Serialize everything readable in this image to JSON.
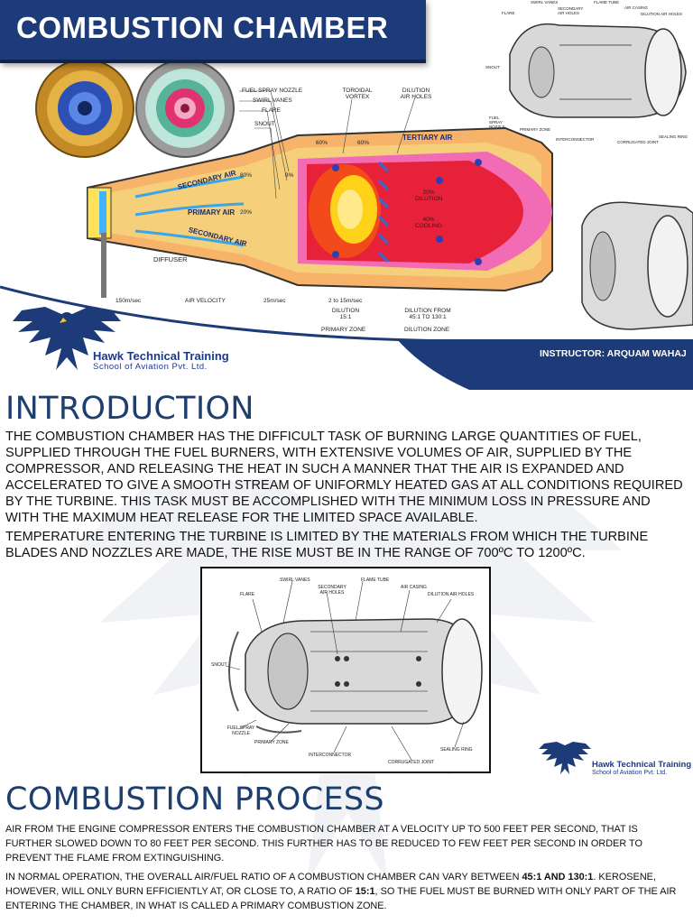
{
  "header": {
    "title": "COMBUSTION CHAMBER",
    "instructor": "INSTRUCTOR: ARQUAM WAHAJ",
    "logo_name": "Hawk Technical Training",
    "logo_subtitle": "School of Aviation Pvt. Ltd."
  },
  "diagram": {
    "labels": {
      "fuel_spray_nozzle": "FUEL SPRAY NOZZLE",
      "swirl_vanes": "SWIRL VANES",
      "flare": "FLARE",
      "snout": "SNOUT",
      "toroidal_vortex": "TOROIDAL VORTEX",
      "dilution_air_holes": "DILUTION AIR HOLES",
      "tertiary_air": "TERTIARY AIR",
      "secondary_air": "SECONDARY AIR",
      "primary_air": "PRIMARY AIR",
      "secondary_air_lower": "SECONDARY AIR",
      "diffuser": "DIFFUSER",
      "pct_60_a": "60%",
      "pct_60_b": "60%",
      "pct_80": "80%",
      "pct_8": "8%",
      "pct_20": "20%",
      "dilution_20": "20% DILUTION",
      "cooling_40": "40% COOLING",
      "v_150": "150m/sec",
      "air_velocity": "AIR VELOCITY",
      "v_25": "25m/sec",
      "v_2_15": "2 to 15m/sec",
      "dilution_15_1": "DILUTION 15:1",
      "primary_zone": "PRIMARY ZONE",
      "dilution_from": "DILUTION FROM 45:1 TO 130:1",
      "dilution_zone": "DILUTION ZONE"
    },
    "corner_labels": {
      "swirl_vanes": "SWIRL VANES",
      "flame_tube": "FLAME TUBE",
      "secondary_air_holes": "SECONDARY AIR HOLES",
      "air_casing": "AIR CASING",
      "flare": "FLARE",
      "dilution_air_holes": "DILUTION AIR HOLES",
      "snout": "SNOUT",
      "fuel_spray_nozzle": "FUEL SPRAY NOZZLE",
      "primary_zone": "PRIMARY ZONE",
      "interconnector": "INTERCONNECTOR",
      "corrugated_joint": "CORRUGATED JOINT",
      "sealing_ring": "SEALING RING"
    }
  },
  "introduction": {
    "heading": "INTRODUCTION",
    "para1": "THE COMBUSTION CHAMBER HAS THE DIFFICULT TASK OF BURNING LARGE QUANTITIES OF FUEL, SUPPLIED THROUGH THE FUEL BURNERS, WITH EXTENSIVE VOLUMES OF AIR, SUPPLIED BY THE COMPRESSOR, AND RELEASING THE HEAT IN SUCH A MANNER THAT THE AIR IS EXPANDED AND ACCELERATED TO GIVE A SMOOTH STREAM OF UNIFORMLY HEATED GAS AT ALL CONDITIONS REQUIRED BY THE TURBINE. THIS TASK MUST BE ACCOMPLISHED WITH THE MINIMUM LOSS IN PRESSURE AND WITH THE MAXIMUM HEAT RELEASE FOR THE LIMITED SPACE AVAILABLE.",
    "para2": "TEMPERATURE ENTERING THE TURBINE IS LIMITED BY THE MATERIALS FROM WHICH THE TURBINE BLADES AND NOZZLES ARE MADE, THE RISE MUST BE IN THE RANGE OF 700ºC TO 1200ºC."
  },
  "figure": {
    "swirl_vanes": "SWIRL VANES",
    "flame_tube": "FLAME TUBE",
    "secondary_air_holes": "SECONDARY AIR HOLES",
    "flare": "FLARE",
    "air_casing": "AIR CASING",
    "dilution_air_holes": "DILUTION AIR HOLES",
    "snout": "SNOUT",
    "fuel_spray_nozzle": "FUEL SPRAY NOZZLE",
    "primary_zone": "PRIMARY ZONE",
    "interconnector": "INTERCONNECTOR",
    "corrugated_joint": "CORRUGATED JOINT",
    "sealing_ring": "SEALING RING"
  },
  "watermark_logo": {
    "name": "Hawk Technical Training",
    "subtitle": "School of Aviation Pvt. Ltd."
  },
  "combustion_process": {
    "heading": "COMBUSTION PROCESS",
    "para1": "AIR FROM THE ENGINE COMPRESSOR ENTERS THE COMBUSTION CHAMBER AT A VELOCITY UP TO 500 FEET PER SECOND, THAT IS FURTHER SLOWED DOWN TO 80 FEET PER SECOND. THIS FURTHER HAS TO BE REDUCED TO FEW FEET PER SECOND IN ORDER TO PREVENT THE FLAME FROM EXTINGUISHING.",
    "para2_a": "IN NORMAL OPERATION, THE OVERALL AIR/FUEL RATIO OF A COMBUSTION CHAMBER CAN VARY BETWEEN ",
    "para2_b": "45:1 AND 130:1",
    "para2_c": ". KEROSENE, HOWEVER, WILL ONLY BURN EFFICIENTLY AT, OR CLOSE TO, A RATIO OF ",
    "para2_d": "15:1",
    "para2_e": ", SO THE FUEL MUST BE BURNED WITH ONLY PART OF THE AIR ENTERING THE CHAMBER, IN WHAT IS CALLED A PRIMARY COMBUSTION ZONE."
  },
  "colors": {
    "brand_navy": "#1d3b78",
    "heading_blue": "#1e3f6e",
    "flame_red": "#e8213a",
    "flame_yellow": "#ffd21a",
    "dilution_pink": "#f26bb5"
  }
}
